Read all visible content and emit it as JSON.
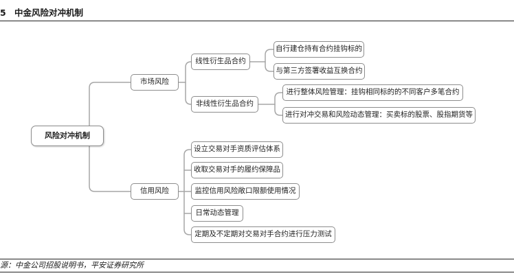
{
  "figure": {
    "number": "5",
    "title": "中金风险对冲机制"
  },
  "mindmap": {
    "root": "风险对冲机制",
    "market_risk": {
      "label": "市场风险",
      "linear": {
        "label": "线性衍生品合约",
        "children": [
          "自行建仓持有合约挂钩标的",
          "与第三方签署收益互换合约"
        ]
      },
      "nonlinear": {
        "label": "非线性衍生品合约",
        "children": [
          "进行整体风险管理：挂钩相同标的的不同客户多笔合约",
          "进行对冲交易和风险动态管理：买卖标的股票、股指期货等"
        ]
      }
    },
    "credit_risk": {
      "label": "信用风险",
      "children": [
        "设立交易对手资质评估体系",
        "收取交易对手的履约保障品",
        "监控信用风险敞口限额使用情况",
        "日常动态管理",
        "定期及不定期对交易对手合约进行压力测试"
      ]
    }
  },
  "source": "源：中金公司招股说明书，平安证券研究所",
  "style": {
    "border_color": "#8c8c8c",
    "connector_color": "#a6a6a6",
    "rule_color": "#222222"
  }
}
